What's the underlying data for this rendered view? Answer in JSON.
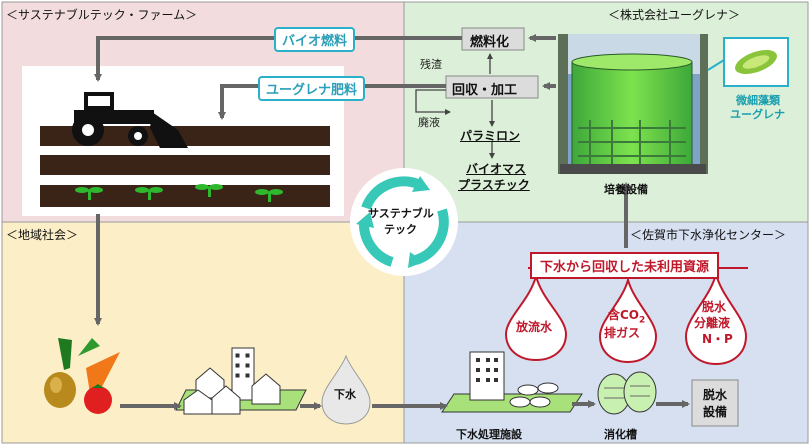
{
  "quadrants": {
    "farm": "＜サステナブルテック・ファーム＞",
    "euglena": "＜株式会社ユーグレナ＞",
    "community": "＜地域社会＞",
    "saga": "＜佐賀市下水浄化センター＞"
  },
  "flows": {
    "bio_fuel": "バイオ燃料",
    "euglena_fertilizer": "ユーグレナ肥料",
    "fuel_conversion": "燃料化",
    "residue": "残渣",
    "recovery_processing": "回収・加工",
    "waste_liquid": "廃液",
    "paramylon": "パラミロン",
    "bioplastic_line1": "バイオマス",
    "bioplastic_line2": "プラスチック",
    "culture_facility": "培養設備",
    "microalgae_line1": "微細藻類",
    "microalgae_line2": "ユーグレナ"
  },
  "center": {
    "line1": "サステナブ",
    "line2": "ル",
    "line3": "テック"
  },
  "saga": {
    "banner": "下水から回収した未利用資源",
    "discharge_water": "放流水",
    "co2_gas_line1": "含CO",
    "co2_sub": "2",
    "co2_gas_line2": "排ガス",
    "dewatering_liquid_line1": "脱水",
    "dewatering_liquid_line2": "分離液",
    "dewatering_liquid_line3": "N・P",
    "sewage_plant": "下水処理施設",
    "digestion_tank": "消化槽",
    "dewatering_line1": "脱水",
    "dewatering_line2": "設備"
  },
  "community": {
    "sewage": "下水"
  },
  "colors": {
    "farm_bg": "#f2dcde",
    "euglena_bg": "#dcefd8",
    "community_bg": "#fcefc8",
    "saga_bg": "#d6e0f1",
    "teal": "#2ab0c8",
    "red": "#c0182b",
    "arrow_gray": "#666666"
  }
}
